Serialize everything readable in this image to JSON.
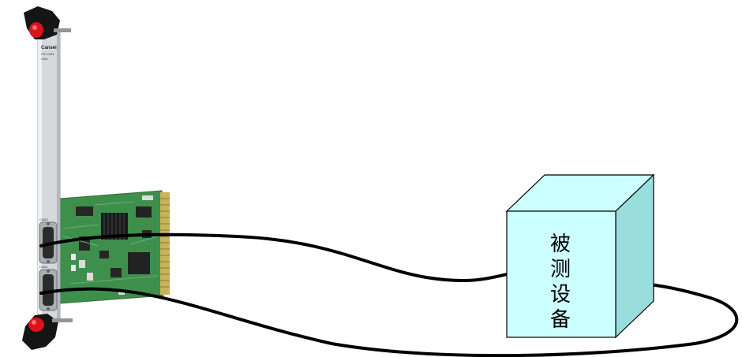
{
  "diagram": {
    "card": {
      "brand_text": "Cansei",
      "model_text": "PXI-CAN",
      "small_text": "CAN",
      "connector_labels": [
        "CAN0",
        "CAN1"
      ]
    },
    "device_under_test": {
      "label_chars": [
        "被",
        "测",
        "设",
        "备"
      ],
      "face_color": "#ccffff",
      "side_color": "#99dddd"
    },
    "cable_color": "#000000"
  }
}
